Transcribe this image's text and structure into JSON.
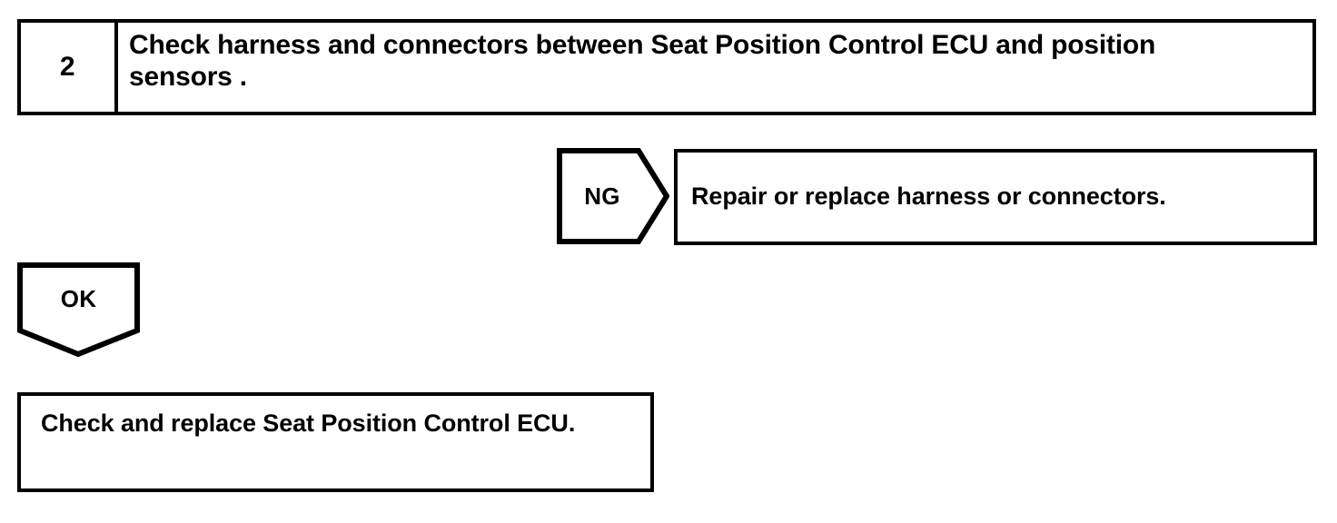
{
  "diagram": {
    "type": "troubleshooting-flowchart",
    "colors": {
      "line": "#000000",
      "background": "#ffffff",
      "text": "#000000"
    },
    "step": {
      "number": "2",
      "instruction": "Check harness and connectors between Seat Position Control ECU and position\nsensors ."
    },
    "branches": {
      "ng": {
        "label": "NG",
        "direction": "right",
        "result_text": "Repair or replace harness or connectors."
      },
      "ok": {
        "label": "OK",
        "direction": "down",
        "result_text": "Check and replace Seat Position Control ECU."
      }
    }
  }
}
